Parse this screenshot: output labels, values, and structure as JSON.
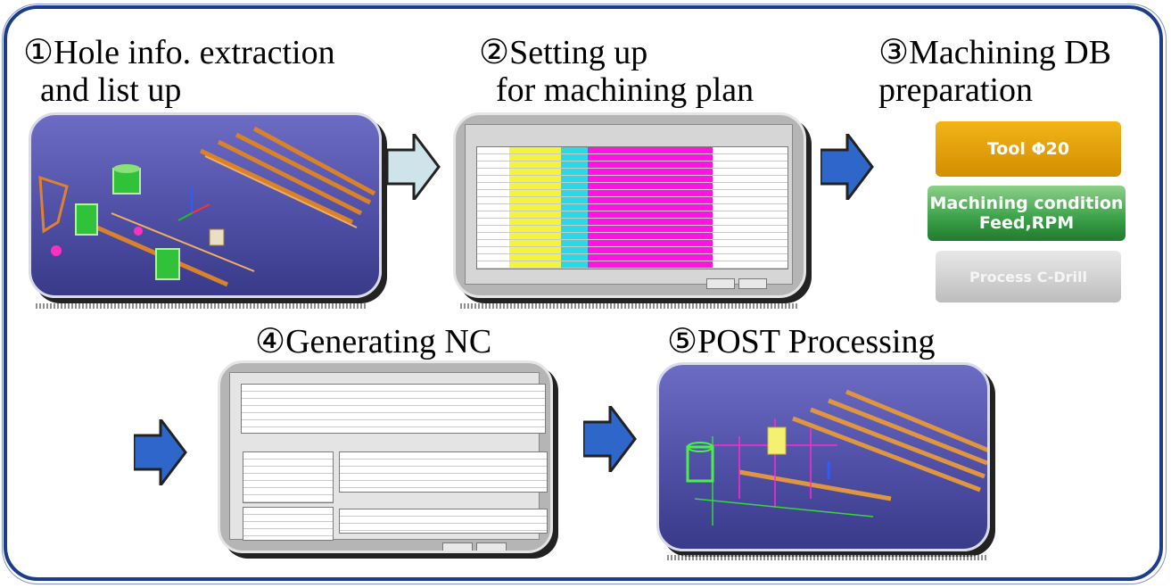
{
  "steps": {
    "step1": {
      "title": "①Hole info. extraction\n  and list up"
    },
    "step2": {
      "title": "②Setting up\n  for machining plan"
    },
    "step3": {
      "title": "③Machining DB\npreparation"
    },
    "step4": {
      "title": "④Generating NC"
    },
    "step5": {
      "title": "⑤POST Processing"
    }
  },
  "machining_db": {
    "tool": "Tool Φ20",
    "condition_line1": "Machining condition",
    "condition_line2": "Feed,RPM",
    "process": "Process C-Drill"
  },
  "colors": {
    "frame": "#1d3d8a",
    "arrow_light": "#cfe3ea",
    "arrow_blue": "#2e67c9",
    "cad_background": "#5151a8",
    "tool_box": "#e4a40c",
    "condition_box": "#3aa047",
    "process_box": "#cfcfcf",
    "table_yellow": "#f4f43c",
    "table_cyan": "#28d9e6",
    "table_magenta": "#ff14e0"
  }
}
